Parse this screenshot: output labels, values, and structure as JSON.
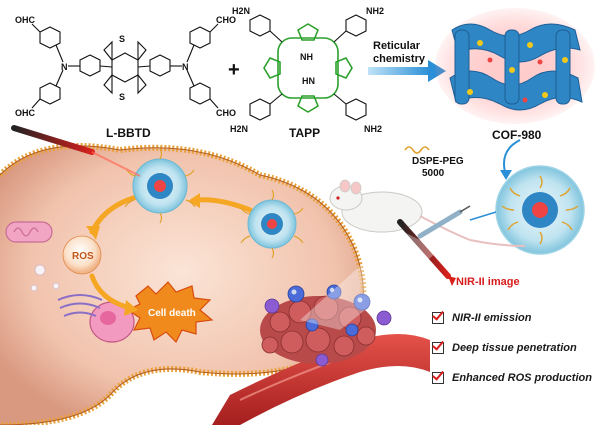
{
  "molecules": {
    "lbbtd_label": "L-BBTD",
    "tapp_label": "TAPP",
    "cof_label": "COF-980",
    "cho": "CHO",
    "ohc": "OHC",
    "nh2": "NH2",
    "h2n": "H2N",
    "n": "N",
    "s": "S",
    "nh": "NH",
    "hn": "HN"
  },
  "arrow_label": {
    "line1": "Reticular",
    "line2": "chemistry"
  },
  "plus": "+",
  "peg": {
    "line1": "DSPE-PEG",
    "line2": "5000"
  },
  "cell": {
    "ros": "ROS",
    "death": "Cell death"
  },
  "nir_label": "NIR-II image",
  "features": [
    "NIR-II emission",
    "Deep tissue penetration",
    "Enhanced ROS production"
  ],
  "colors": {
    "cof_blue": "#3f8bc4",
    "porphyrin_green": "#2ca02c",
    "death_orange": "#f08a1c",
    "laser_red": "#e0201c",
    "membrane_orange": "#e8a23c"
  }
}
